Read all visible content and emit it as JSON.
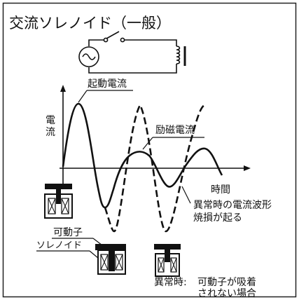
{
  "title": "交流ソレノイド（一般）",
  "axes": {
    "y_label_1": "電",
    "y_label_2": "流",
    "x_label": "時間"
  },
  "labels": {
    "inrush_current": "起動電流",
    "excitation_current": "励磁電流",
    "abnormal_waveform_1": "異常時の電流波形",
    "abnormal_waveform_2": "焼損が起る",
    "plunger": "可動子",
    "solenoid": "ソレノイド",
    "abnormal_prefix": "異常時:",
    "abnormal_note_1": "可動子が吸着",
    "abnormal_note_2": "されない場合"
  },
  "circuit": {
    "source_icon": "ac-source-icon",
    "switch_icon": "switch-icon",
    "coil_icon": "coil-icon"
  },
  "colors": {
    "ink": "#111111",
    "border": "#222222",
    "background": "#ffffff"
  }
}
